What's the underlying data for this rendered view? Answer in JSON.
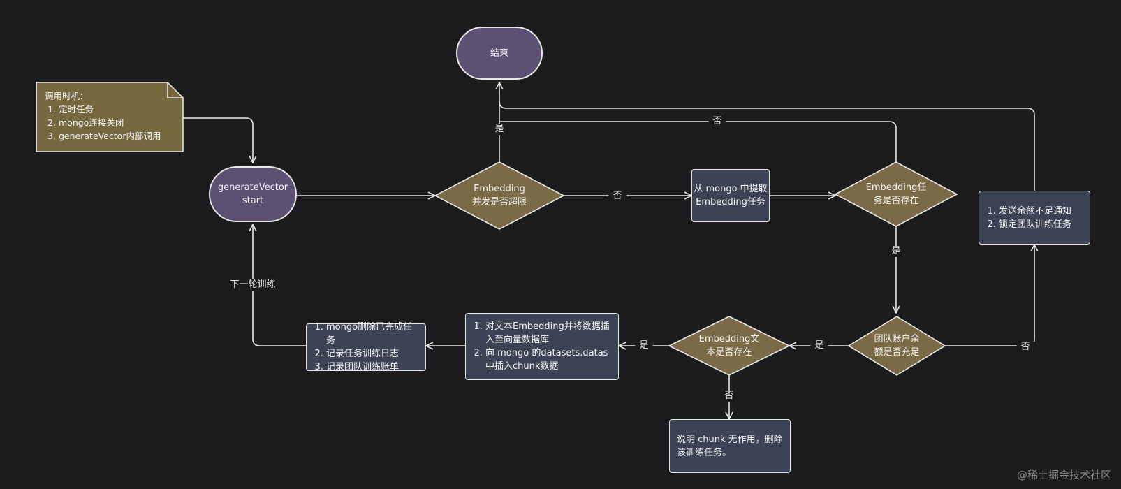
{
  "nodes": {
    "end": "结束",
    "start_line1": "generateVector",
    "start_line2": "start",
    "check_concurrency_line1": "Embedding",
    "check_concurrency_line2": "并发是否超限",
    "fetch_task_line1": "从 mongo 中提取",
    "fetch_task_line2": "Embedding任务",
    "task_exists_line1": "Embedding任",
    "task_exists_line2": "务是否存在",
    "balance_check_line1": "团队账户余",
    "balance_check_line2": "额是否充足",
    "text_exists_line1": "Embedding文",
    "text_exists_line2": "本是否存在",
    "insufficient_actions": [
      "发送余额不足通知",
      "锁定团队训练任务"
    ],
    "insert_actions": [
      "对文本Embedding并将数据插入至向量数据库",
      "向 mongo 的datasets.datas 中插入chunk数据"
    ],
    "complete_actions": [
      "mongo删除已完成任务",
      "记录任务训练日志",
      "记录团队训练账单"
    ],
    "invalid_chunk": "说明 chunk 无作用，删除该训练任务。"
  },
  "note": {
    "title": "调用时机：",
    "items": [
      "定时任务",
      "mongo连接关闭",
      "generateVector内部调用"
    ]
  },
  "labels": {
    "yes_concurrency": "是",
    "no_concurrency": "否",
    "no_task": "否",
    "yes_task": "是",
    "yes_balance": "是",
    "no_balance": "否",
    "yes_text": "是",
    "no_text": "否",
    "next_round": "下一轮训练"
  },
  "watermark": "@稀土掘金技术社区",
  "colors": {
    "background": "#1c1c1e",
    "terminal": "#5d5173",
    "decision": "#7a6b46",
    "note": "#75683f",
    "process": "#3c4354",
    "line": "#e8e8e8"
  }
}
